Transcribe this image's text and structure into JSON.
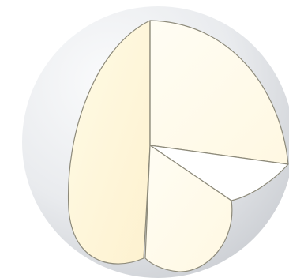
{
  "figure": {
    "colors": {
      "background": "#ffffff",
      "sphere_highlight": "#fafbfc",
      "sphere_mid": "#e9ebee",
      "sphere_shadow": "#c9ccd1",
      "cutaway_face_light": "#fffbe6",
      "cutaway_face_warm": "#fdf1cf",
      "cutaway_face_pale": "#fffdf4",
      "cutaway_inner_white": "#ffffff",
      "outline": "#8d8a7a"
    },
    "parts": [
      "sphere-body",
      "left-lobe-face",
      "upper-right-quarter-face",
      "inner-wedge-face",
      "lower-right-lobe-face"
    ]
  }
}
